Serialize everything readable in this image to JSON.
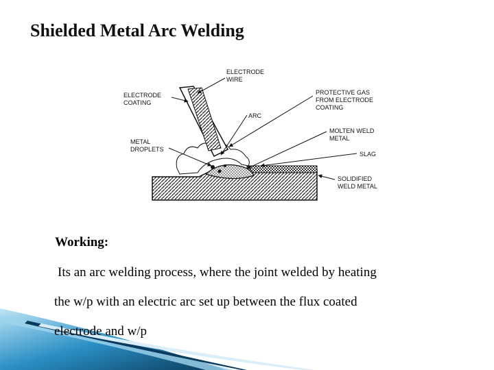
{
  "title": "Shielded Metal Arc Welding",
  "diagram": {
    "labels": {
      "electrode_wire": [
        "ELECTRODE",
        "WIRE"
      ],
      "electrode_coating": [
        "ELECTRODE",
        "COATING"
      ],
      "protective_gas": [
        "PROTECTIVE GAS",
        "FROM ELECTRODE",
        "COATING"
      ],
      "arc": [
        "ARC"
      ],
      "metal_droplets": [
        "METAL",
        "DROPLETS"
      ],
      "molten_weld_metal": [
        "MOLTEN WELD",
        "METAL"
      ],
      "slag": [
        "SLAG"
      ],
      "solidified_weld_metal": [
        "SOLIDIFIED",
        "WELD METAL"
      ]
    }
  },
  "content": {
    "heading": "Working:",
    "lines": [
      "Its an arc welding process, where the joint welded by heating",
      "the w/p with an electric arc set up between the flux coated",
      "electrode and w/p"
    ]
  },
  "colors": {
    "decor_blue": "#2a8fc4",
    "decor_light": "#9fd4ee",
    "decor_dark": "#0b3b5c"
  }
}
